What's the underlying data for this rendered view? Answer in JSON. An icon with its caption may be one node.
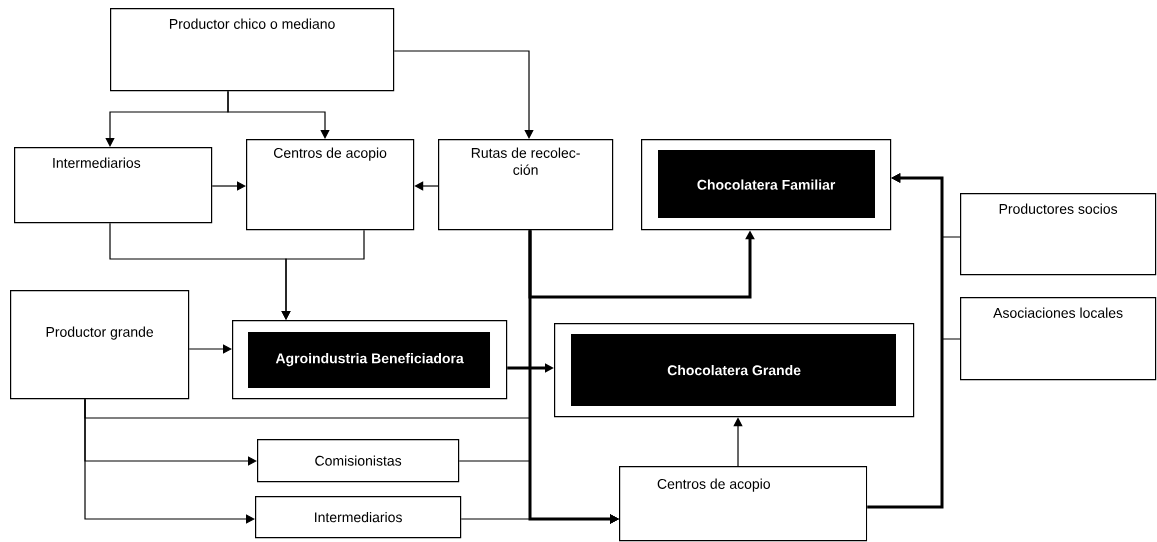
{
  "diagram": {
    "nodes": [
      {
        "text": [
          "Productor chico o mediano"
        ]
      },
      {
        "text": [
          "Intermediarios"
        ]
      },
      {
        "text": [
          "Centros de acopio"
        ]
      },
      {
        "text": [
          "Rutas de recolec- ción"
        ]
      },
      {
        "text": [
          "Chocolatera Familiar"
        ]
      },
      {
        "text": [
          "Productores socios"
        ]
      },
      {
        "text": [
          "Asociaciones locales"
        ]
      },
      {
        "text": [
          "Productor grande"
        ]
      },
      {
        "text": [
          "Agroindustria Beneficiadora"
        ]
      },
      {
        "text": [
          "Chocolatera Grande"
        ]
      },
      {
        "text": [
          "Comisionistas"
        ]
      },
      {
        "text": [
          "Intermediarios"
        ]
      },
      {
        "text": [
          "Centros de acopio"
        ]
      }
    ],
    "edges": [
      {
        "from": 0,
        "to": 1,
        "arrow": "to"
      },
      {
        "from": 0,
        "to": 2,
        "arrow": "to"
      },
      {
        "from": 0,
        "to": 3,
        "arrow": "to"
      },
      {
        "from": 1,
        "to": 2,
        "arrow": "to"
      },
      {
        "from": 3,
        "to": 2,
        "arrow": "to"
      },
      {
        "from": 1,
        "to": 8,
        "arrow": "to"
      },
      {
        "from": 2,
        "to": 8,
        "arrow": "to"
      },
      {
        "from": 7,
        "to": 8,
        "arrow": "to"
      },
      {
        "from": 8,
        "to": 9,
        "arrow": "to",
        "style": "thick"
      },
      {
        "from": 3,
        "to": 4,
        "arrow": "to",
        "style": "thick"
      },
      {
        "from": 3,
        "to": 12,
        "arrow": "to",
        "style": "thick"
      },
      {
        "from": 7,
        "to": 12,
        "arrow": "to"
      },
      {
        "from": 7,
        "to": 10,
        "arrow": "to"
      },
      {
        "from": 7,
        "to": 11,
        "arrow": "to"
      },
      {
        "from": 10,
        "to": 12,
        "arrow": "to"
      },
      {
        "from": 11,
        "to": 12,
        "arrow": "to"
      },
      {
        "from": 12,
        "to": 9,
        "arrow": "to"
      },
      {
        "from": 12,
        "to": 4,
        "arrow": "to",
        "style": "thick"
      },
      {
        "from": 5,
        "to": 4,
        "arrow": "to"
      },
      {
        "from": 6,
        "to": 4,
        "arrow": "to"
      }
    ]
  }
}
